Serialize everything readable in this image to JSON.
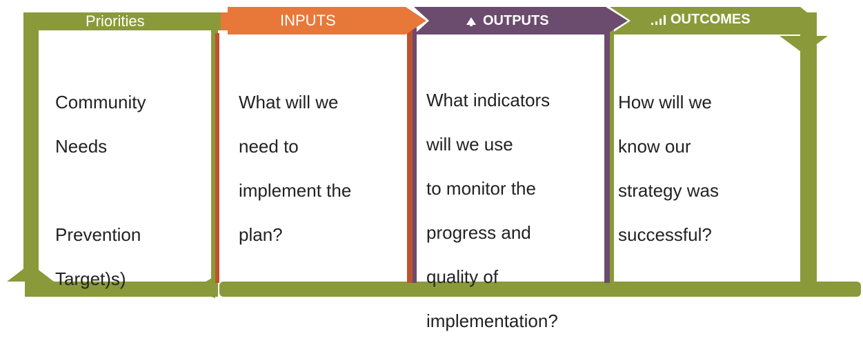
{
  "colors": {
    "olive": "#8a9a3a",
    "orange": "#e8783a",
    "purple": "#6b4b6e",
    "rust": "#c0522e",
    "text": "#222222",
    "white": "#ffffff"
  },
  "stages": [
    {
      "header": "Priorities",
      "body_lines": [
        "Community",
        "Needs",
        "",
        "Prevention",
        "Target)s)"
      ]
    },
    {
      "header": "INPUTS",
      "body_lines": [
        "What will we",
        "need to",
        "implement  the",
        "plan?"
      ]
    },
    {
      "header": "OUTPUTS",
      "header_icon": "up-arrow-icon",
      "body_lines": [
        "What indicators",
        "will we use",
        "to  monitor the",
        "progress and",
        "quality of",
        "implementation?"
      ]
    },
    {
      "header": "OUTCOMES",
      "header_icon": "bar-chart-icon",
      "body_lines": [
        "How will we",
        "know our",
        "strategy was",
        "successful?"
      ]
    }
  ]
}
